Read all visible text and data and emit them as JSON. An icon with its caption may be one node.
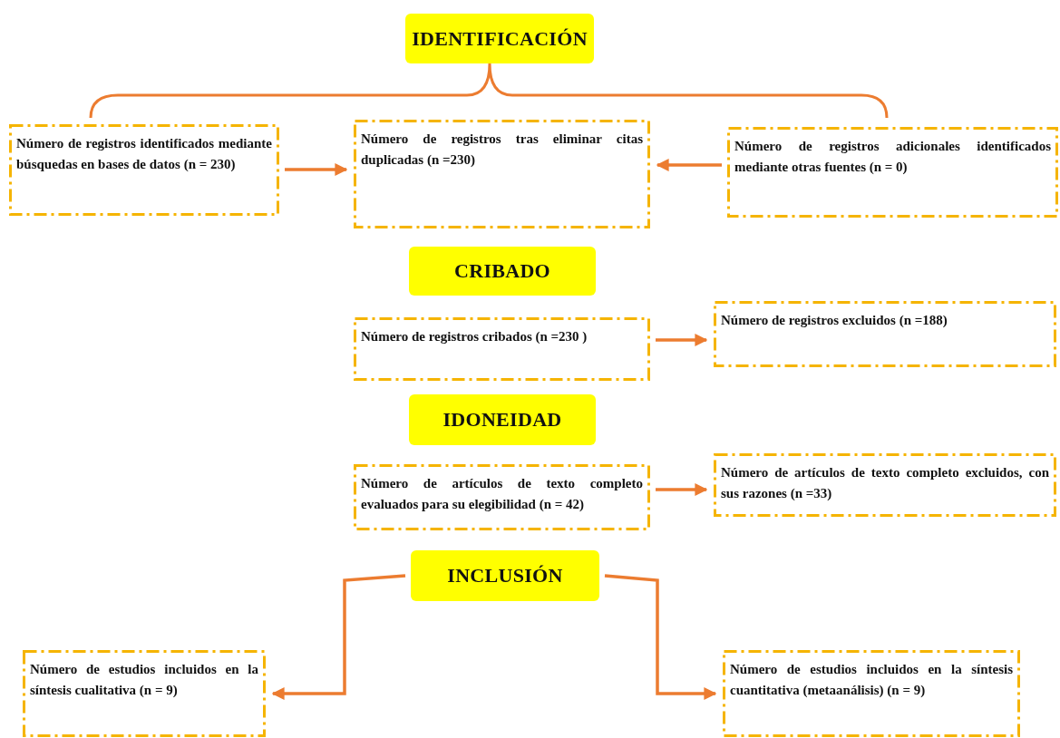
{
  "diagram": {
    "nodes": [
      {
        "text": [
          "IDENTIFICACIÓN"
        ]
      },
      {
        "text": [
          "Número de registros identificados mediante búsquedas en bases de datos (n = 230)"
        ]
      },
      {
        "text": [
          "Número de registros tras eliminar citas duplicadas (n =230)"
        ]
      },
      {
        "text": [
          "Número de registros adicionales identificados mediante otras fuentes (n = 0)"
        ]
      },
      {
        "text": [
          "CRIBADO"
        ]
      },
      {
        "text": [
          "Número de registros cribados (n =230 )"
        ]
      },
      {
        "text": [
          "Número de registros excluidos (n =188)"
        ]
      },
      {
        "text": [
          "IDONEIDAD"
        ]
      },
      {
        "text": [
          "Número de artículos de texto completo evaluados para su elegibilidad (n = 42)"
        ]
      },
      {
        "text": [
          "Número de artículos de texto completo excluidos, con sus razones (n =33)"
        ]
      },
      {
        "text": [
          "INCLUSIÓN"
        ]
      },
      {
        "text": [
          "Número de estudios incluidos en la síntesis cualitativa (n = 9)"
        ]
      },
      {
        "text": [
          "Número de estudios incluidos en la síntesis cuantitativa (metaanálisis) (n = 9)"
        ]
      }
    ],
    "edges": [
      {
        "from": 1,
        "to": 2,
        "arrow": "to"
      },
      {
        "from": 3,
        "to": 2,
        "arrow": "to"
      },
      {
        "from": 5,
        "to": 6,
        "arrow": "to"
      },
      {
        "from": 8,
        "to": 9,
        "arrow": "to"
      },
      {
        "from": 10,
        "to": 11,
        "arrow": "to"
      },
      {
        "from": 10,
        "to": 12,
        "arrow": "to"
      }
    ]
  }
}
